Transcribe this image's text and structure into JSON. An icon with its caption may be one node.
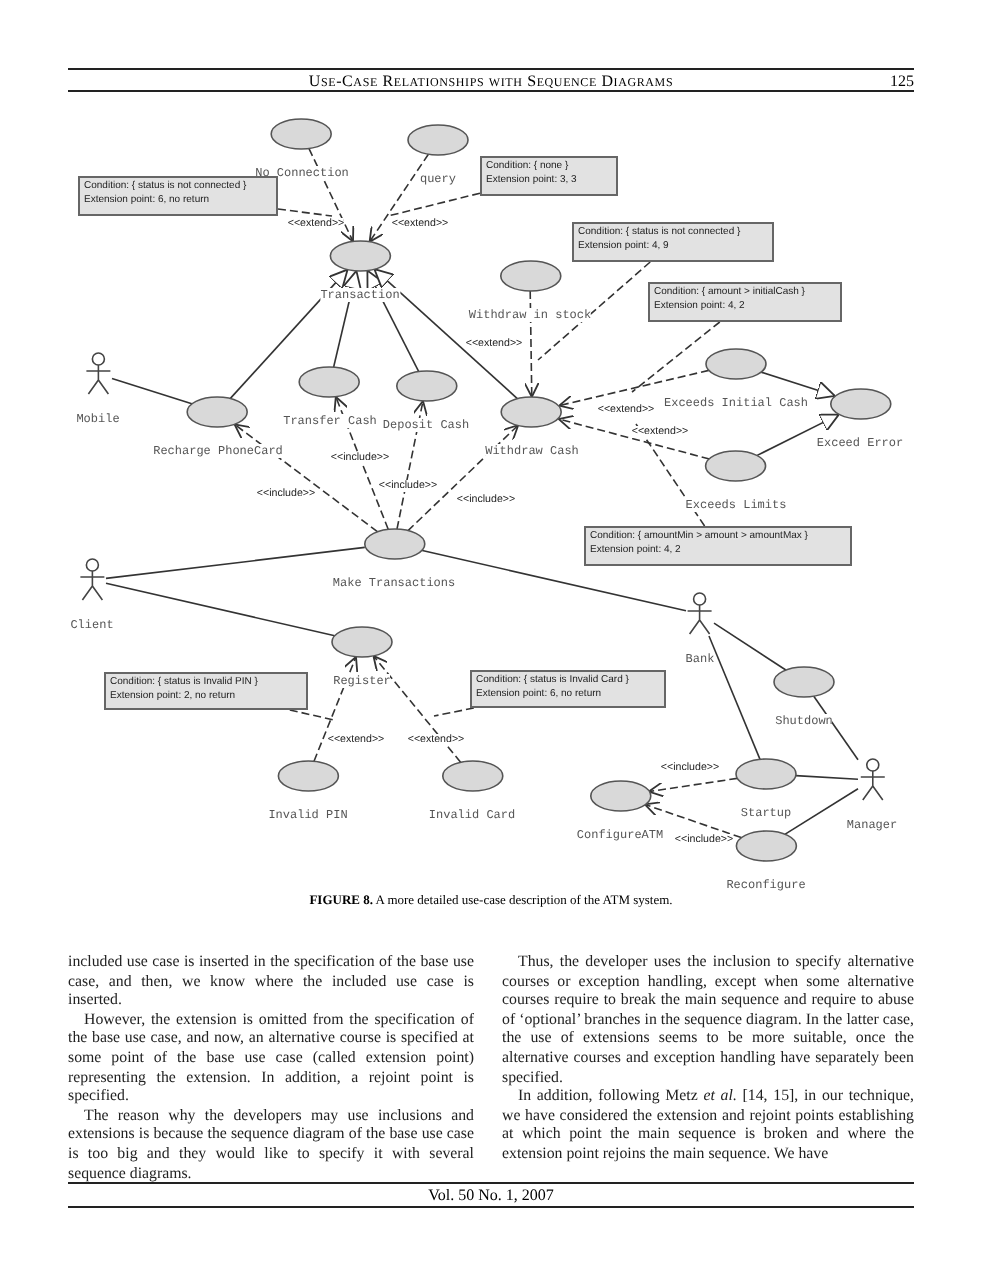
{
  "diagram": {
    "caption": "**FIGURE 8.** A more detailed use-case description of the ATM system.",
    "nodes": [
      {
        "text": [
          "No Connection"
        ]
      },
      {
        "text": [
          "query"
        ]
      },
      {
        "text": [
          "Condition: { status is not connected }",
          "Extension point: 6, no return"
        ]
      },
      {
        "text": [
          "Condition: { none }",
          "Extension point: 3, 3"
        ]
      },
      {
        "text": [
          "Transaction"
        ]
      },
      {
        "text": [
          "Condition: { status is not connected }",
          "Extension point: 4, 9"
        ]
      },
      {
        "text": [
          "Withdraw in stock"
        ]
      },
      {
        "text": [
          "Condition: { amount > initialCash }",
          "Extension point: 4, 2"
        ]
      },
      {
        "text": [
          "Mobile"
        ]
      },
      {
        "text": [
          "Recharge PhoneCard"
        ]
      },
      {
        "text": [
          "Transfer Cash"
        ]
      },
      {
        "text": [
          "Deposit Cash"
        ]
      },
      {
        "text": [
          "Withdraw Cash"
        ]
      },
      {
        "text": [
          "Exceeds Initial Cash"
        ]
      },
      {
        "text": [
          "Exceed Error"
        ]
      },
      {
        "text": [
          "Exceeds Limits"
        ]
      },
      {
        "text": [
          "Condition: { amountMin > amount > amountMax }",
          "Extension point: 4, 2"
        ]
      },
      {
        "text": [
          "Make Transactions"
        ]
      },
      {
        "text": [
          "Client"
        ]
      },
      {
        "text": [
          "Bank"
        ]
      },
      {
        "text": [
          "Register"
        ]
      },
      {
        "text": [
          "Condition: { status is Invalid PIN }",
          "Extension point: 2, no return"
        ]
      },
      {
        "text": [
          "Condition: { status is Invalid Card }",
          "Extension point: 6, no return"
        ]
      },
      {
        "text": [
          "Shutdown"
        ]
      },
      {
        "text": [
          "Invalid PIN"
        ]
      },
      {
        "text": [
          "Invalid Card"
        ]
      },
      {
        "text": [
          "Startup"
        ]
      },
      {
        "text": [
          "Manager"
        ]
      },
      {
        "text": [
          "ConfigureATM"
        ]
      },
      {
        "text": [
          "Reconfigure"
        ]
      }
    ],
    "edges": [
      {
        "from": 0,
        "to": 4,
        "arrow": "to",
        "style": "dashed",
        "label": "<<extend>>"
      },
      {
        "from": 1,
        "to": 4,
        "arrow": "to",
        "style": "dashed",
        "label": "<<extend>>"
      },
      {
        "from": 2,
        "to": null,
        "arrow": "none",
        "style": "dashed"
      },
      {
        "from": 3,
        "to": null,
        "arrow": "none",
        "style": "dashed"
      },
      {
        "from": 9,
        "to": 4,
        "arrow": "to"
      },
      {
        "from": 10,
        "to": 4,
        "arrow": "to"
      },
      {
        "from": 11,
        "to": 4,
        "arrow": "to"
      },
      {
        "from": 12,
        "to": 4,
        "arrow": "to"
      },
      {
        "from": 6,
        "to": 12,
        "arrow": "to",
        "style": "dashed",
        "label": "<<extend>>"
      },
      {
        "from": 5,
        "to": null,
        "arrow": "none",
        "style": "dashed"
      },
      {
        "from": 8,
        "to": 9,
        "arrow": "none"
      },
      {
        "from": 13,
        "to": 12,
        "arrow": "to",
        "style": "dashed",
        "label": "<<extend>>"
      },
      {
        "from": 7,
        "to": null,
        "arrow": "none",
        "style": "dashed"
      },
      {
        "from": 13,
        "to": 14,
        "arrow": "to"
      },
      {
        "from": 15,
        "to": 12,
        "arrow": "to",
        "style": "dashed",
        "label": "<<extend>>"
      },
      {
        "from": 15,
        "to": 14,
        "arrow": "to"
      },
      {
        "from": 16,
        "to": null,
        "arrow": "none",
        "style": "dashed"
      },
      {
        "from": 17,
        "to": 9,
        "arrow": "to",
        "style": "dashed",
        "label": "<<include>>"
      },
      {
        "from": 17,
        "to": 10,
        "arrow": "to",
        "style": "dashed",
        "label": "<<include>>"
      },
      {
        "from": 17,
        "to": 11,
        "arrow": "to",
        "style": "dashed",
        "label": "<<include>>"
      },
      {
        "from": 17,
        "to": 12,
        "arrow": "to",
        "style": "dashed",
        "label": "<<include>>"
      },
      {
        "from": 18,
        "to": 17,
        "arrow": "none"
      },
      {
        "from": 18,
        "to": 20,
        "arrow": "none"
      },
      {
        "from": 17,
        "to": 19,
        "arrow": "none"
      },
      {
        "from": 24,
        "to": 20,
        "arrow": "to",
        "style": "dashed",
        "label": "<<extend>>"
      },
      {
        "from": 25,
        "to": 20,
        "arrow": "to",
        "style": "dashed",
        "label": "<<extend>>"
      },
      {
        "from": 21,
        "to": null,
        "arrow": "none",
        "style": "dashed"
      },
      {
        "from": 22,
        "to": null,
        "arrow": "none",
        "style": "dashed"
      },
      {
        "from": 19,
        "to": 23,
        "arrow": "none"
      },
      {
        "from": 19,
        "to": 26,
        "arrow": "none"
      },
      {
        "from": 23,
        "to": 27,
        "arrow": "none"
      },
      {
        "from": 26,
        "to": 27,
        "arrow": "none"
      },
      {
        "from": 29,
        "to": 27,
        "arrow": "none"
      },
      {
        "from": 26,
        "to": 28,
        "arrow": "to",
        "style": "dashed",
        "label": "<<include>>"
      },
      {
        "from": 29,
        "to": 28,
        "arrow": "to",
        "style": "dashed",
        "label": "<<include>>"
      }
    ],
    "labels": [
      "Use-Case Relationships with Sequence Diagrams",
      "125",
      "included use case is inserted in the specification of the base use case, and then, we know where the included use case is inserted.",
      "However, the extension is omitted from the specification of the base use case, and now, an alternative course is specified at some point of the base use case (called extension point) representing the extension. In addition, a rejoint point is specified.",
      "The reason why the developers may use inclusions and extensions is because the sequence diagram of the base use case is too big and they would like to specify it with several sequence diagrams.",
      "Thus, the developer uses the inclusion to specify alternative courses or exception handling, except when some alternative courses require to break the main sequence and require to abuse of ‘optional’ branches in the sequence diagram. In the latter case, the use of extensions seems to be more suitable, once the alternative courses and exception handling have separately been specified.",
      "In addition, following Metz *et al.* [14, 15], in our technique, we have considered the extension and rejoint points establishing at which point the main sequence is broken and where the extension point rejoins the main sequence. We have",
      "Vol. 50 No. 1, 2007"
    ]
  }
}
